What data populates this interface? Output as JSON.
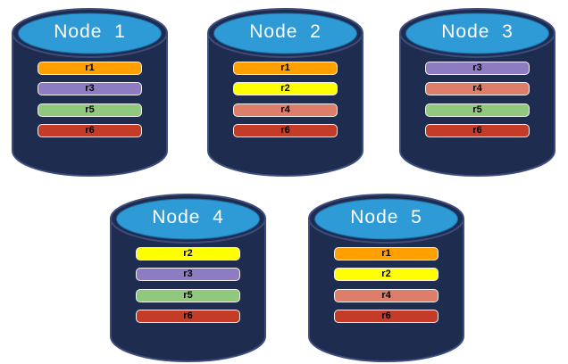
{
  "palette": {
    "cylinder_body": "#1e2c4f",
    "cylinder_outline": "#3d4c7c",
    "cylinder_top": "#2f9bd6",
    "node_title_text": "#ffffff",
    "bar_border": "#f2f2f2",
    "bar_text": "#000000"
  },
  "replica_colors": {
    "r1": "#ff9f00",
    "r2": "#ffff00",
    "r3": "#8e7cc3",
    "r4": "#dd7e6b",
    "r5": "#90c97e",
    "r6": "#c43b28"
  },
  "nodes": [
    {
      "title": "Node  1",
      "replicas": [
        {
          "label": "r1",
          "color": "#ff9f00"
        },
        {
          "label": "r3",
          "color": "#8e7cc3"
        },
        {
          "label": "r5",
          "color": "#90c97e"
        },
        {
          "label": "r6",
          "color": "#c43b28"
        }
      ]
    },
    {
      "title": "Node  2",
      "replicas": [
        {
          "label": "r1",
          "color": "#ff9f00"
        },
        {
          "label": "r2",
          "color": "#ffff00"
        },
        {
          "label": "r4",
          "color": "#dd7e6b"
        },
        {
          "label": "r6",
          "color": "#c43b28"
        }
      ]
    },
    {
      "title": "Node  3",
      "replicas": [
        {
          "label": "r3",
          "color": "#8e7cc3"
        },
        {
          "label": "r4",
          "color": "#dd7e6b"
        },
        {
          "label": "r5",
          "color": "#90c97e"
        },
        {
          "label": "r6",
          "color": "#c43b28"
        }
      ]
    },
    {
      "title": "Node  4",
      "replicas": [
        {
          "label": "r2",
          "color": "#ffff00"
        },
        {
          "label": "r3",
          "color": "#8e7cc3"
        },
        {
          "label": "r5",
          "color": "#90c97e"
        },
        {
          "label": "r6",
          "color": "#c43b28"
        }
      ]
    },
    {
      "title": "Node  5",
      "replicas": [
        {
          "label": "r1",
          "color": "#ff9f00"
        },
        {
          "label": "r2",
          "color": "#ffff00"
        },
        {
          "label": "r4",
          "color": "#dd7e6b"
        },
        {
          "label": "r6",
          "color": "#c43b28"
        }
      ]
    }
  ]
}
